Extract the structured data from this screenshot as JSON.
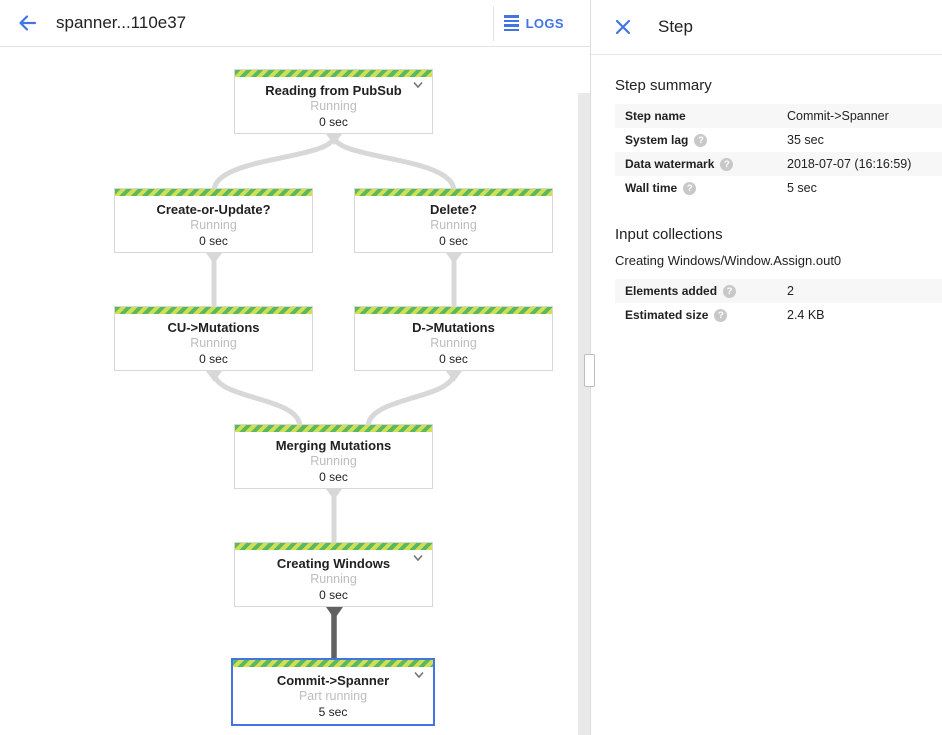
{
  "theme": {
    "accent_blue": "#4274e3",
    "stripe_green": "#5cb85f",
    "stripe_lime": "#cfe054",
    "edge_gray": "#d8d8d8",
    "edge_dark": "#616161",
    "selected_border": "#4274e3",
    "status_gray": "#bdbdbd"
  },
  "icons": {
    "back": "arrow-left",
    "logs": "list-lines",
    "close": "x",
    "help": "question-circle",
    "expand": "chevron-down"
  },
  "header": {
    "title": "spanner...110e37",
    "logs_label": "LOGS"
  },
  "panel": {
    "title": "Step",
    "step_summary": {
      "heading": "Step summary",
      "rows": [
        {
          "label": "Step name",
          "value": "Commit->Spanner"
        },
        {
          "label": "System lag",
          "value": "35 sec"
        },
        {
          "label": "Data watermark",
          "value": "2018-07-07 (16:16:59)"
        },
        {
          "label": "Wall time",
          "value": "5 sec"
        }
      ]
    },
    "input_collections": {
      "heading": "Input collections",
      "collection_name": "Creating Windows/Window.Assign.out0",
      "rows": [
        {
          "label": "Elements added",
          "value": "2"
        },
        {
          "label": "Estimated size",
          "value": "2.4 KB"
        }
      ]
    }
  },
  "graph": {
    "nodes": [
      {
        "title": "Reading from PubSub",
        "status": "Running",
        "time": "0 sec",
        "expandable": true,
        "selected": false
      },
      {
        "title": "Create-or-Update?",
        "status": "Running",
        "time": "0 sec",
        "expandable": false,
        "selected": false
      },
      {
        "title": "Delete?",
        "status": "Running",
        "time": "0 sec",
        "expandable": false,
        "selected": false
      },
      {
        "title": "CU->Mutations",
        "status": "Running",
        "time": "0 sec",
        "expandable": false,
        "selected": false
      },
      {
        "title": "D->Mutations",
        "status": "Running",
        "time": "0 sec",
        "expandable": false,
        "selected": false
      },
      {
        "title": "Merging Mutations",
        "status": "Running",
        "time": "0 sec",
        "expandable": false,
        "selected": false
      },
      {
        "title": "Creating Windows",
        "status": "Running",
        "time": "0 sec",
        "expandable": true,
        "selected": false
      },
      {
        "title": "Commit->Spanner",
        "status": "Part running",
        "time": "5 sec",
        "expandable": true,
        "selected": true
      }
    ]
  },
  "help_glyph": "?"
}
